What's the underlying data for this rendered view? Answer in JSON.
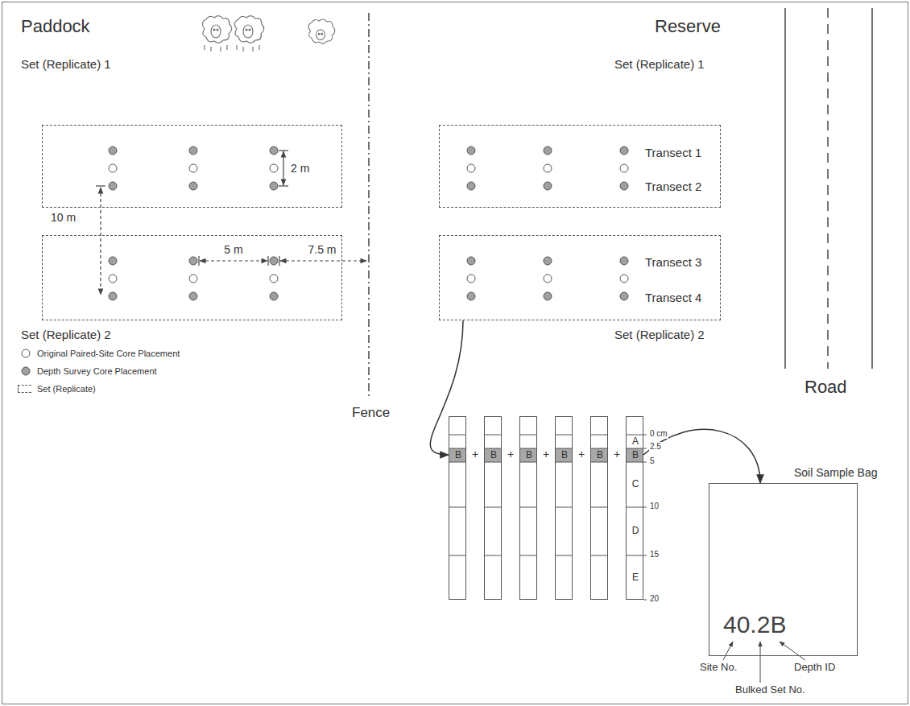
{
  "diagram": {
    "nodes": [
      {
        "text": [
          "Set (Replicate) 1"
        ]
      },
      {
        "text": [
          "Set (Replicate) 2"
        ]
      },
      {
        "text": [
          "Set (Replicate) 1",
          "Transect 1",
          "Transect 2"
        ]
      },
      {
        "text": [
          "Transect 3",
          "Transect 4",
          "Set (Replicate) 2"
        ]
      },
      {
        "text": [
          "B"
        ]
      },
      {
        "text": [
          "B"
        ]
      },
      {
        "text": [
          "B"
        ]
      },
      {
        "text": [
          "B"
        ]
      },
      {
        "text": [
          "B"
        ]
      },
      {
        "text": [
          "A",
          "B",
          "C",
          "D",
          "E"
        ]
      },
      {
        "text": [
          "Soil Sample Bag",
          "40.2B"
        ]
      }
    ],
    "edges": [
      {
        "from": 3,
        "to": 4,
        "arrow": "to"
      },
      {
        "from": 9,
        "to": 10,
        "arrow": "to"
      }
    ],
    "labels": [
      "Paddock",
      "Reserve",
      "2 m",
      "10 m",
      "5 m",
      "7.5 m",
      "Fence",
      "Road",
      "+",
      "+",
      "+",
      "+",
      "+",
      "0 cm",
      "2.5",
      "5",
      "10",
      "15",
      "20",
      "Site No.",
      "Bulked Set No.",
      "Depth ID"
    ],
    "legend": [
      {
        "text": "Original Paired-Site Core Placement",
        "color": "#ffffff"
      },
      {
        "text": "Depth Survey Core Placement",
        "color": "#a0a0a0"
      },
      {
        "text": "Set (Replicate)"
      }
    ]
  }
}
